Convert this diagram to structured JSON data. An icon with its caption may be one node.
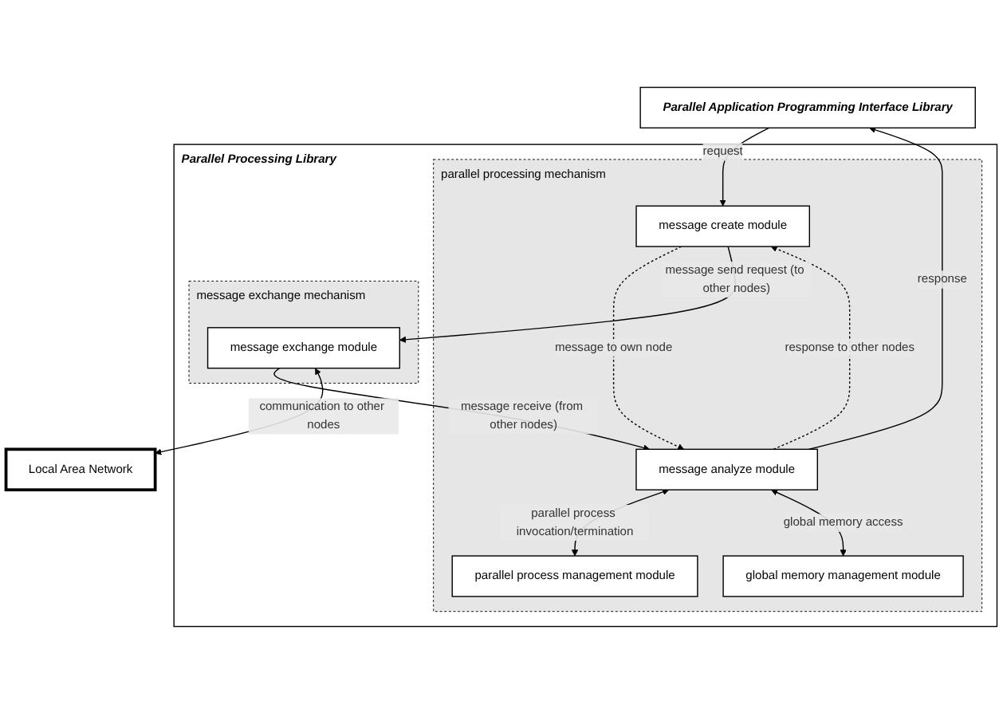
{
  "diagram": {
    "nodes": [
      {
        "text": [
          "Parallel Application Programming Interface Library"
        ]
      },
      {
        "text": [
          "Parallel Processing Library"
        ]
      },
      {
        "text": [
          "parallel processing mechanism"
        ],
        "in": 1
      },
      {
        "text": [
          "message create module"
        ],
        "in": 2
      },
      {
        "text": [
          "parallel process management module"
        ],
        "in": 2
      },
      {
        "text": [
          "message analyze module"
        ],
        "in": 2
      },
      {
        "text": [
          "global memory management module"
        ],
        "in": 2
      },
      {
        "text": [
          "message exchange mechanism"
        ],
        "in": 1
      },
      {
        "text": [
          "message exchange module"
        ],
        "in": 7
      },
      {
        "text": [
          "Local Area Network"
        ]
      }
    ],
    "edges": [
      {
        "from": 5,
        "to": 0,
        "arrow": "to",
        "label": "response"
      },
      {
        "from": 0,
        "to": 3,
        "arrow": "to",
        "label": "request"
      },
      {
        "from": 5,
        "to": 4,
        "arrow": "both",
        "label": "parallel process invocation/termination"
      },
      {
        "from": 5,
        "to": 6,
        "arrow": "both",
        "label": "global memory access"
      },
      {
        "from": 5,
        "to": 3,
        "arrow": "to",
        "label": "response to other nodes",
        "style": "dashed"
      },
      {
        "from": 3,
        "to": 5,
        "arrow": "to",
        "label": "message to own node",
        "style": "dashed"
      },
      {
        "from": 3,
        "to": 8,
        "arrow": "to",
        "label": "message send request (to other nodes)"
      },
      {
        "from": 8,
        "to": 5,
        "arrow": "to",
        "label": "message receive (from other nodes)"
      },
      {
        "from": 8,
        "to": 9,
        "arrow": "both",
        "label": "communication to other nodes"
      }
    ]
  }
}
